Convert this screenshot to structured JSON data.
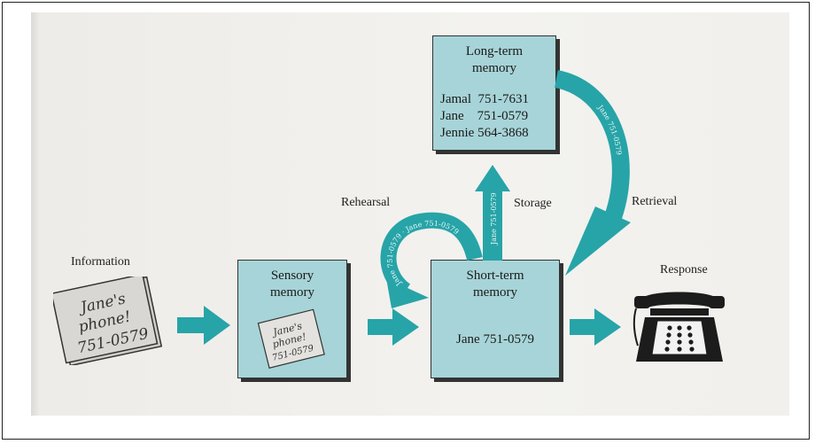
{
  "labels": {
    "information": "Information",
    "response": "Response",
    "rehearsal": "Rehearsal",
    "storage": "Storage",
    "retrieval": "Retrieval"
  },
  "long_term": {
    "title": "Long-term\nmemory",
    "entries": [
      "Jamal  751-7631",
      "Jane    751-0579",
      "Jennie 564-3868"
    ]
  },
  "sensory": {
    "title": "Sensory\nmemory"
  },
  "short_term": {
    "title": "Short-term\nmemory",
    "content": "Jane 751-0579"
  },
  "note": {
    "line1": "Jane's",
    "line2": "phone!",
    "line3": "751-0579"
  },
  "arrow_text": {
    "storage": "Jane 751-0579",
    "retrieval": "Jane 751-0579",
    "rehearsal": "Jane 751-0579 · Jane 751-0579"
  },
  "colors": {
    "arrow": "#27a4a8",
    "box": "#a7d4d8"
  },
  "icons": [
    "note-paper-icon",
    "telephone-icon"
  ]
}
